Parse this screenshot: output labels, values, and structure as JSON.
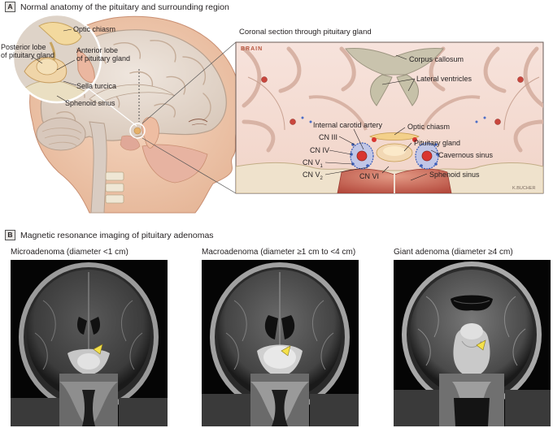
{
  "panel_a": {
    "letter": "A",
    "title": "Normal anatomy of the pituitary and surrounding region",
    "sagittal_labels": {
      "optic_chiasm": "Optic chiasm",
      "posterior_lobe": [
        "Posterior lobe",
        "of pituitary gland"
      ],
      "anterior_lobe": [
        "Anterior lobe",
        "of pituitary gland"
      ],
      "sella_turcica": "Sella turcica",
      "sphenoid_sinus": "Sphenoid sinus"
    },
    "coronal": {
      "title": "Coronal section through pituitary gland",
      "brain_label": "BRAIN",
      "corpus_callosum": "Corpus callosum",
      "lateral_ventricles": "Lateral ventricles",
      "internal_carotid_artery": "Internal carotid artery",
      "optic_chiasm": "Optic chiasm",
      "cn_iii": "CN III",
      "pituitary_gland": "Pituitary gland",
      "cn_iv": "CN IV",
      "cavernous_sinus": "Cavernous sinus",
      "cn_v1": "CN V",
      "cn_v1_sub": "1",
      "cn_v2": "CN V",
      "cn_v2_sub": "2",
      "cn_vi": "CN VI",
      "sphenoid_sinus": "Sphenoid sinus",
      "signature": "K.BUCHER"
    }
  },
  "panel_b": {
    "letter": "B",
    "title": "Magnetic resonance imaging of pituitary adenomas",
    "images": [
      {
        "title": "Microadenoma (diameter <1 cm)"
      },
      {
        "title": "Macroadenoma (diameter ≥1 cm to <4 cm)"
      },
      {
        "title": "Giant adenoma (diameter ≥4 cm)"
      }
    ]
  },
  "colors": {
    "skin": "#f2ceb4",
    "brain": "#f1d9cf",
    "brain_gray": "#cfc6bd",
    "ventricle": "#c9c7b3",
    "artery": "#d93530",
    "vein_blue": "#3a5db8",
    "gland": "#f0c890",
    "sinus_red": "#c4584a",
    "arrowhead": "#f4e04a"
  }
}
